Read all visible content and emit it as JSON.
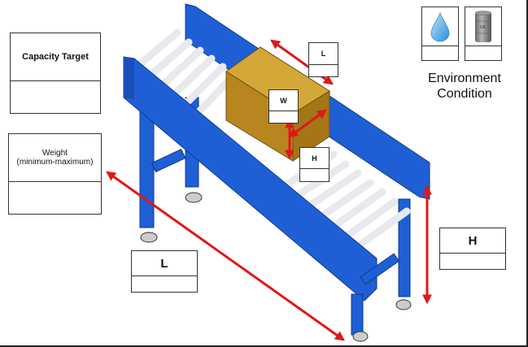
{
  "labels": {
    "capacity_target": "Capacity Target",
    "weight_line1": "Weight",
    "weight_line2": "(minimum-maximum)",
    "box_length": "L",
    "box_width": "W",
    "box_height": "H",
    "conveyor_length": "L",
    "conveyor_height": "H",
    "environment_line1": "Environment",
    "environment_line2": "Condition",
    "oil_drum_text": "OIL"
  },
  "icons": [
    "water-drop-icon",
    "oil-drum-icon"
  ],
  "colors": {
    "frame": "#1f5fd6",
    "arrow": "#e01818",
    "box": "#c89a2a"
  }
}
